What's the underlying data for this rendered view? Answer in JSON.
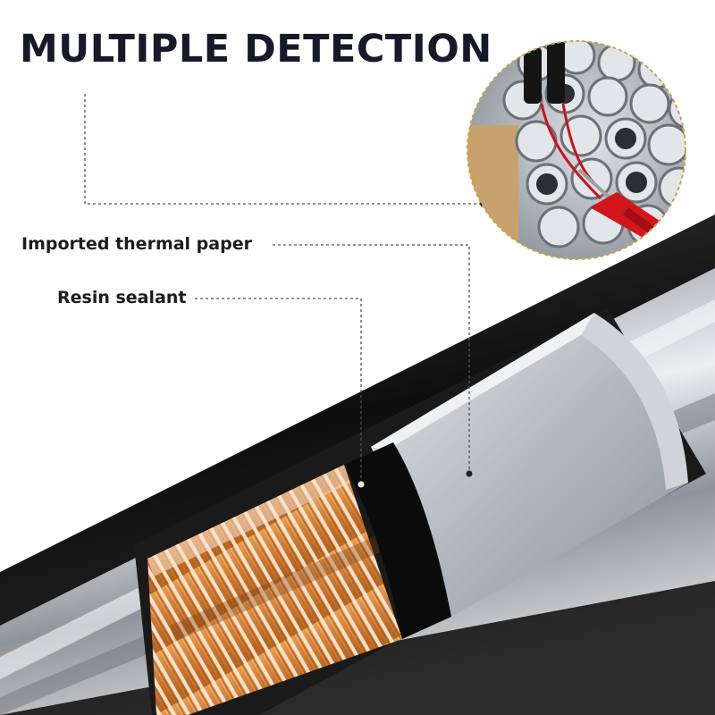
{
  "headline": "MULTIPLE DETECTION",
  "callouts": {
    "thermal_paper": "Imported thermal paper",
    "resin_sealant": "Resin sealant"
  },
  "inset": {
    "subject": "detection-probes-among-heater-tubes",
    "border_color": "#c8a64a"
  },
  "colors": {
    "headline": "#17192b",
    "label": "#1c1c1c",
    "tube_shell": "#111111",
    "metal": "#b9bec4",
    "coil_copper": "#d9873a",
    "coil_wire": "#f6e7d6",
    "resin": "#0b0b0b",
    "leader_line": "#555555"
  }
}
